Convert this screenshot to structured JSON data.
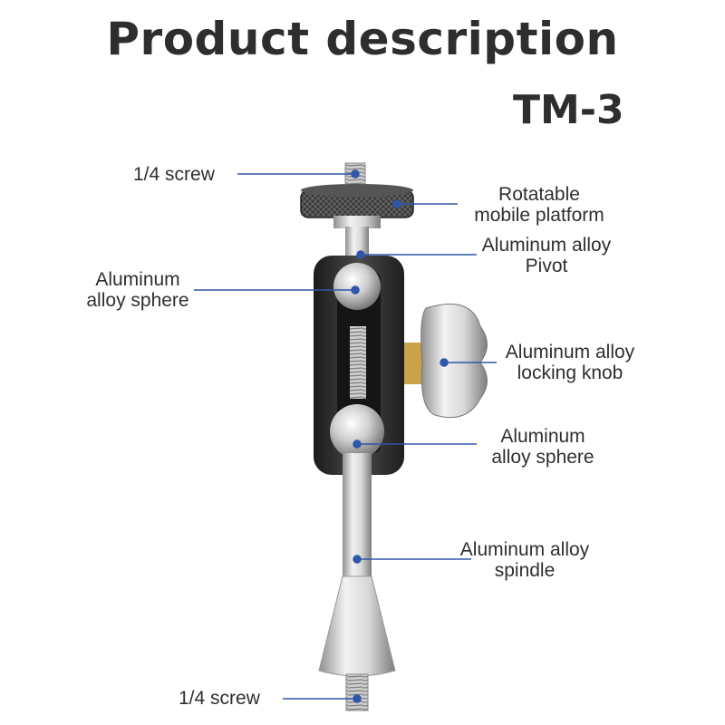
{
  "header": {
    "title": "Product description",
    "model": "TM-3"
  },
  "callouts": {
    "top_screw": "1/4 screw",
    "platform_line1": "Rotatable",
    "platform_line2": "mobile platform",
    "pivot_line1": "Aluminum alloy",
    "pivot_line2": "Pivot",
    "sphere_left_line1": "Aluminum",
    "sphere_left_line2": "alloy sphere",
    "knob_line1": "Aluminum alloy",
    "knob_line2": "locking knob",
    "sphere_right_line1": "Aluminum",
    "sphere_right_line2": "alloy sphere",
    "spindle_line1": "Aluminum alloy",
    "spindle_line2": "spindle",
    "bottom_screw": "1/4 screw"
  },
  "colors": {
    "leader_line": "#2f56a8",
    "body_black": "#2b2b2b",
    "metal_silver": "#c9c9c9"
  }
}
